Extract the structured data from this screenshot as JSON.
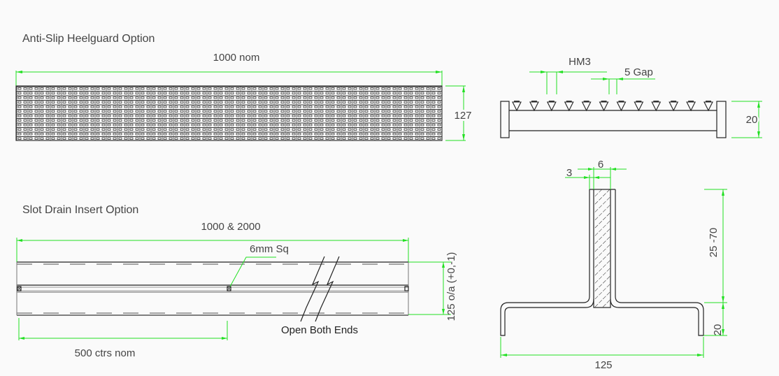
{
  "heelguard": {
    "title": "Anti-Slip Heelguard Option",
    "length_label": "1000 nom",
    "width_label": "127",
    "profile": {
      "hm3_label": "HM3",
      "gap_label": "5 Gap",
      "height_label": "20",
      "tooth_count": 12
    }
  },
  "slot_drain": {
    "title": "Slot Drain Insert Option",
    "length_label": "1000 & 2000",
    "square_label": "6mm Sq",
    "width_label": "125 o/a (+0,-1)",
    "ends_label": "Open Both Ends",
    "centres_label": "500 ctrs nom",
    "section": {
      "wall_label": "3",
      "slot_label": "6",
      "height_label": "25 -70",
      "foot_label": "20",
      "width_label": "125"
    }
  },
  "colors": {
    "dimension": "#22e022",
    "outline": "#222222"
  }
}
